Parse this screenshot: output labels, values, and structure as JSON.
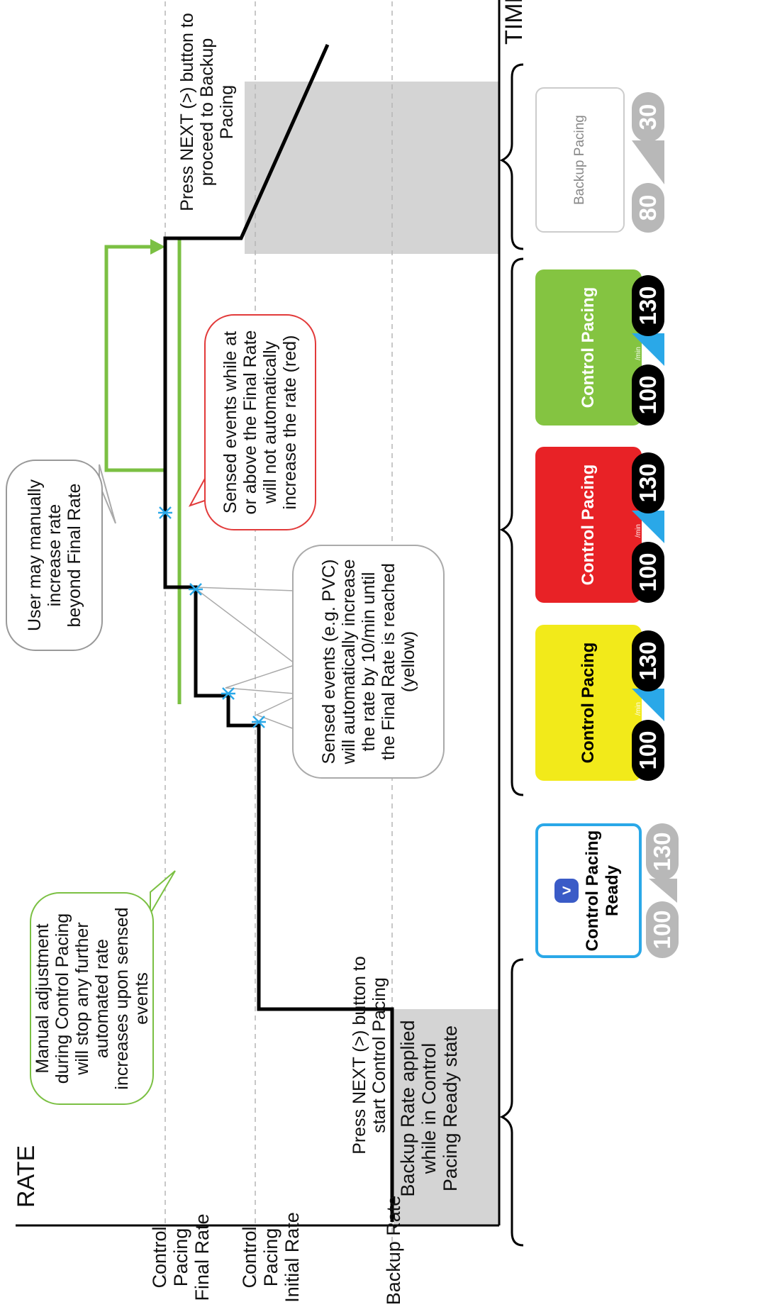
{
  "axes": {
    "y_label": "RATE",
    "x_label": "TIME",
    "levels": [
      "Control Pacing Final Rate",
      "Control Pacing Initial Rate",
      "Backup Rate"
    ]
  },
  "annotations": {
    "start": "Press NEXT (>) button to start Control Pacing",
    "backup_rate_note": "Backup Rate applied while in Control Pacing Ready state",
    "manual_adjust": "Manual adjustment during Control Pacing will stop any further automated rate increases upon sensed events",
    "sensed_events": "Sensed events (e.g. PVC) will automatically increase the rate by 10/min until the Final Rate is reached (yellow)",
    "manual_increase": "User may manually increase rate beyond Final Rate",
    "at_final": "Sensed events while at or above the Final Rate will not automatically increase the rate (red)",
    "proceed": "Press NEXT (>) button to proceed to Backup Pacing"
  },
  "devices": [
    {
      "title": "Control Pacing Ready",
      "left_value": "100",
      "right_value": "130",
      "unit": "/min",
      "card_color": "#ffffff",
      "border_color": "#2aa8e8",
      "style": "ready",
      "icon": "next-chevron-icon",
      "icon_glyph": ">"
    },
    {
      "title": "Control Pacing",
      "left_value": "100",
      "right_value": "130",
      "unit": "/min",
      "card_color": "#f2ea1a",
      "style": "active"
    },
    {
      "title": "Control Pacing",
      "left_value": "100",
      "right_value": "130",
      "unit": "/min",
      "card_color": "#e82226",
      "style": "active"
    },
    {
      "title": "Control Pacing",
      "left_value": "100",
      "right_value": "130",
      "unit": "/min",
      "card_color": "#84c441",
      "style": "active"
    },
    {
      "title": "Backup Pacing",
      "left_value": "80",
      "right_value": "30",
      "unit": "/min",
      "card_color": "#ffffff",
      "border_color": "#cccccc",
      "style": "backup"
    }
  ],
  "colors": {
    "rate_line": "#000000",
    "manual_line": "#7bc043",
    "shade": "#d4d4d4",
    "sensed_marker": "#2aa8e8"
  }
}
